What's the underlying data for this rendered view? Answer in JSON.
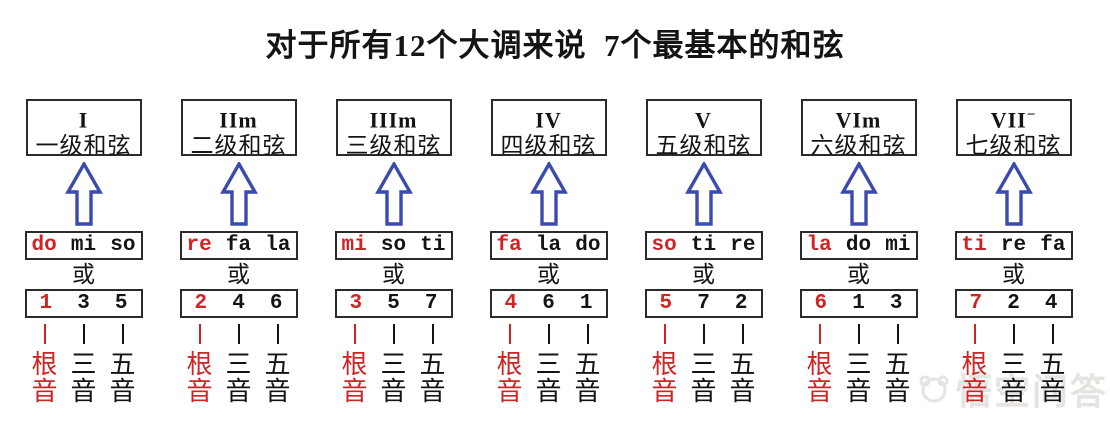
{
  "title": "对于所有12个大调来说  7个最基本的和弦",
  "or_label": "或",
  "columns": [
    {
      "roman": "I",
      "sup": "",
      "name": "一级和弦",
      "notes": [
        "do",
        "mi",
        "so"
      ],
      "numbers": [
        "1",
        "3",
        "5"
      ]
    },
    {
      "roman": "IIm",
      "sup": "",
      "name": "二级和弦",
      "notes": [
        "re",
        "fa",
        "la"
      ],
      "numbers": [
        "2",
        "4",
        "6"
      ]
    },
    {
      "roman": "IIIm",
      "sup": "",
      "name": "三级和弦",
      "notes": [
        "mi",
        "so",
        "ti"
      ],
      "numbers": [
        "3",
        "5",
        "7"
      ]
    },
    {
      "roman": "IV",
      "sup": "",
      "name": "四级和弦",
      "notes": [
        "fa",
        "la",
        "do"
      ],
      "numbers": [
        "4",
        "6",
        "1"
      ]
    },
    {
      "roman": "V",
      "sup": "",
      "name": "五级和弦",
      "notes": [
        "so",
        "ti",
        "re"
      ],
      "numbers": [
        "5",
        "7",
        "2"
      ]
    },
    {
      "roman": "VIm",
      "sup": "",
      "name": "六级和弦",
      "notes": [
        "la",
        "do",
        "mi"
      ],
      "numbers": [
        "6",
        "1",
        "3"
      ]
    },
    {
      "roman": "VII",
      "sup": "−",
      "name": "七级和弦",
      "notes": [
        "ti",
        "re",
        "fa"
      ],
      "numbers": [
        "7",
        "2",
        "4"
      ]
    }
  ],
  "tone_labels": [
    {
      "top": "根",
      "bottom": "音",
      "is_root": true
    },
    {
      "top": "三",
      "bottom": "音",
      "is_root": false
    },
    {
      "top": "五",
      "bottom": "音",
      "is_root": false
    }
  ],
  "watermark": {
    "text": "悟空问答",
    "icon": "wukong-monkey-icon"
  },
  "colors": {
    "red": "#cf2424",
    "blue": "#3b4aae",
    "ink": "#141414",
    "border": "#2b2b2b",
    "watermark": "#e6e3e0"
  }
}
